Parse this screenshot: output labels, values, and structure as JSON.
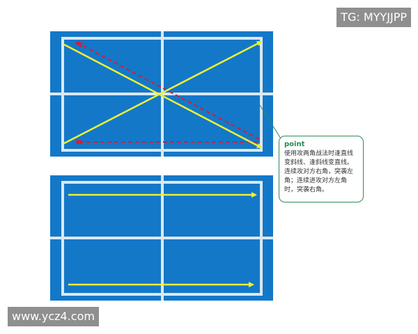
{
  "watermarks": {
    "top": "TG: MYYJJPP",
    "bottom": "www.ycz4.com"
  },
  "callout": {
    "title": "point",
    "body": "使用攻两角战法时逢直线变斜线、逢斜线变直线。连续攻对方右角，突袭左角；连续进攻对方左角时，突袭右角。"
  },
  "colors": {
    "court": "#1478c8",
    "court_lines": "#dbe8f2",
    "yellow_route": "#f0f032",
    "red_route": "#d21e3c",
    "callout_border": "#2e8b57"
  },
  "diagrams": [
    {
      "name": "cross-and-straight-routes",
      "routes": [
        "diagonal",
        "diagonal",
        "straight",
        "diagonal"
      ]
    },
    {
      "name": "straight-routes",
      "routes": [
        "straight",
        "straight"
      ]
    }
  ]
}
